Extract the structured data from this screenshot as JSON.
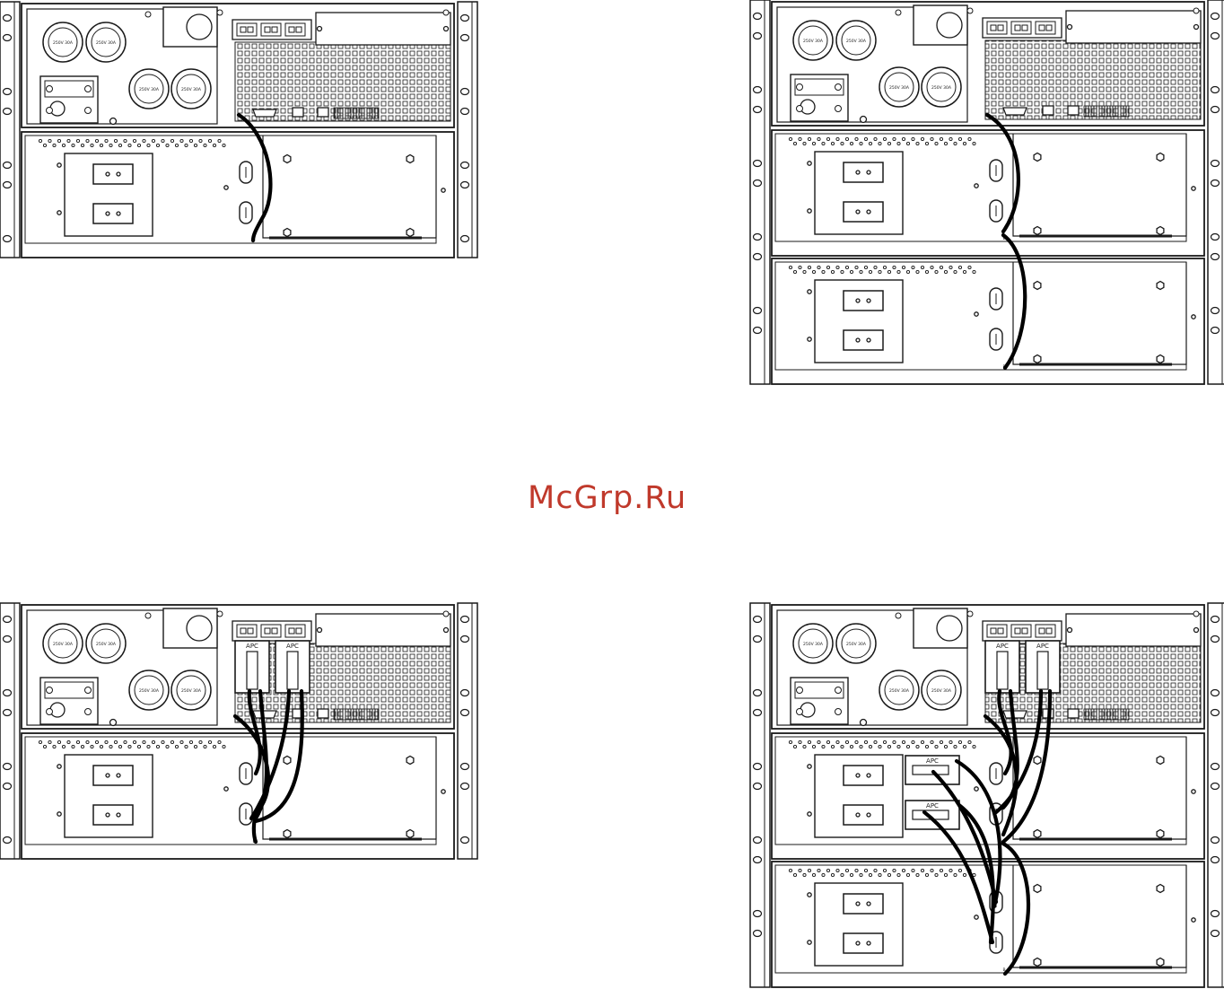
{
  "watermark": {
    "text": "McGrp.Ru",
    "color": "#c0392b"
  },
  "labels": {
    "outlet_rating": "250V 30A",
    "connector_brand": "APC"
  },
  "colors": {
    "line": "#1a1a1a",
    "cable": "#000000",
    "background": "#ffffff"
  }
}
